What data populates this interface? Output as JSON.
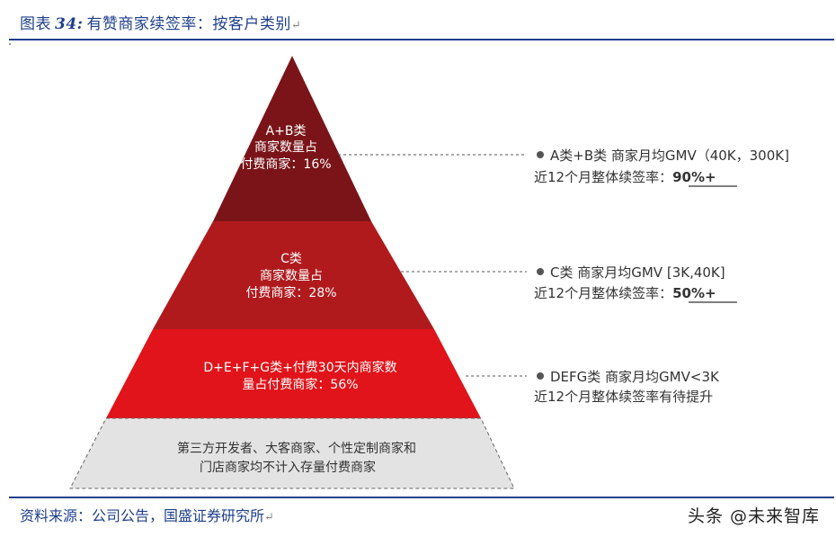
{
  "figure": {
    "caption_prefix": "图表",
    "caption_number": "34:",
    "caption_title": "有赞商家续签率：按客户类别",
    "return_mark": "↵"
  },
  "tiers": [
    {
      "lines": [
        "A+B类",
        "商家数量占",
        "付费商家：16%"
      ],
      "color": "#7a1418"
    },
    {
      "lines": [
        "C类",
        "商家数量占",
        "付费商家：28%"
      ],
      "color": "#b01a1d"
    },
    {
      "lines": [
        "D+E+F+G类+付费30天内商家数",
        "量占付费商家：56%"
      ],
      "color": "#e0141a"
    },
    {
      "lines": [
        "第三方开发者、大客商家、个性定制商家和",
        "门店商家均不计入存量付费商家"
      ],
      "color": "#e3e3e3"
    }
  ],
  "annotations": [
    {
      "line1": "A类+B类 商家月均GMV（40K，300K]",
      "line2_prefix": "近12个月整体续签率：",
      "line2_value": "90%+"
    },
    {
      "line1": "C类 商家月均GMV  [3K,40K]",
      "line2_prefix": "近12个月整体续签率：",
      "line2_value": "50%+"
    },
    {
      "line1": "DEFG类 商家月均GMV<3K",
      "line2_prefix": "近12个月整体续签率有待提升",
      "line2_value": ""
    }
  ],
  "source": "资料来源：公司公告，国盛证券研究所",
  "watermark": "头条 @未来智库"
}
